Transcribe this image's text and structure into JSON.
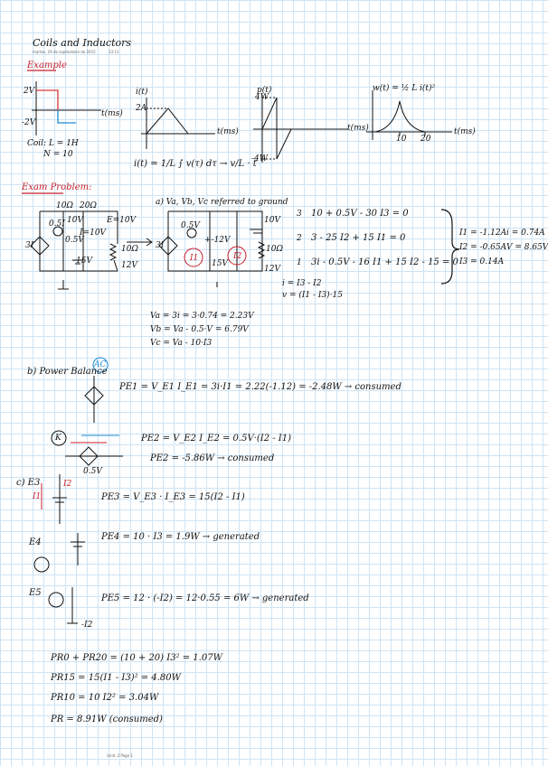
{
  "header": {
    "title": "Coils and Inductors",
    "timestamp": "martes, 29 de septiembre de 2015",
    "time": "13:11"
  },
  "example": {
    "heading": "Example",
    "graph1": {
      "ylabel_top": "2V",
      "ylabel_bottom": "-2V",
      "xlabel": "t(ms)"
    },
    "coil_params": [
      "Coil: L = 1H",
      "N = 10"
    ],
    "graph2": {
      "ylabel": "i(t)",
      "tick": "2A",
      "xlabel": "t(ms)"
    },
    "graph3": {
      "ylabel": "p(t)",
      "tick_top": "4W",
      "tick_bottom": "-4W",
      "xlabel": "t(ms)"
    },
    "graph4": {
      "ylabel": "w(t) = ½ L i(t)²",
      "ticks": [
        "10",
        "20"
      ],
      "xlabel": "t(ms)"
    },
    "integral": "i(t) = 1/L ∫ v(τ) dτ → v/L · t"
  },
  "exam": {
    "heading": "Exam Problem:",
    "circuit1_labels": [
      "10Ω",
      "20Ω",
      "0.5I",
      "10V",
      "I=10V",
      "0.5V",
      "E=10V",
      "3I",
      "15V",
      "10Ω",
      "12V"
    ],
    "part_a": "a) Va, Vb, Vc referred to ground",
    "circuit2_labels": [
      "10V",
      "0.5V",
      "3I",
      "I1",
      "I2",
      "15V",
      "10Ω",
      "12V",
      "+-12V"
    ],
    "equations": [
      "10 + 0.5V - 30 I3 = 0",
      "3 - 25 I2 + 15 I1 = 0",
      "3i - 0.5V - 16 I1 + 15 I2 - 15 = 0"
    ],
    "eq_markers": [
      "3",
      "2",
      "1"
    ],
    "solutions_left": [
      "I1 = -1.12A",
      "I2 = -0.65A",
      "I3 = 0.14A"
    ],
    "solutions_right": [
      "i = 0.74A",
      "V = 8.65V"
    ],
    "relations": [
      "i = I3 - I2",
      "v = (I1 - I3)·15"
    ],
    "node_voltages": [
      "Va = 3i = 3·0.74 = 2.23V",
      "Vb = Va - 0.5·V = 6.79V",
      "Vc = Va - 10·I3"
    ]
  },
  "part_b": {
    "heading": "b) Power Balance",
    "ac_label": "AC",
    "pe1": "PE1 = V_E1 I_E1 = 3i·I1 = 2.22(-1.12) = -2.48W → consumed",
    "k_label": "K",
    "pe2_line1": "PE2 = V_E2 I_E2 = 0.5V·(I2 - I1)",
    "pe2_line2": "PE2 = -5.86W → consumed",
    "pe2_dep_label": "0.5V",
    "pe3_heading": "c) E3",
    "pe3": "PE3 = V_E3 · I_E3 = 15(I2 - I1)",
    "pe3_labels": [
      "I1",
      "I2"
    ],
    "pe4_heading": "E4",
    "pe4": "PE4 = 10 · I3 = 1.9W → generated",
    "e5_heading": "E5",
    "pe5": "PE5 = 12 · (-I2) = 12·0.55 = 6W → generated",
    "pe5_label": "-I2",
    "resistor_lines": [
      "PR0 + PR20 = (10 + 20) I3² = 1.07W",
      "PR15 = 15(I1 - I3)² = 4.80W",
      "PR10 = 10 I2² = 3.04W",
      "PR = 8.91W (consumed)"
    ]
  },
  "footer": {
    "page": "Unid. 2 Page 1"
  }
}
